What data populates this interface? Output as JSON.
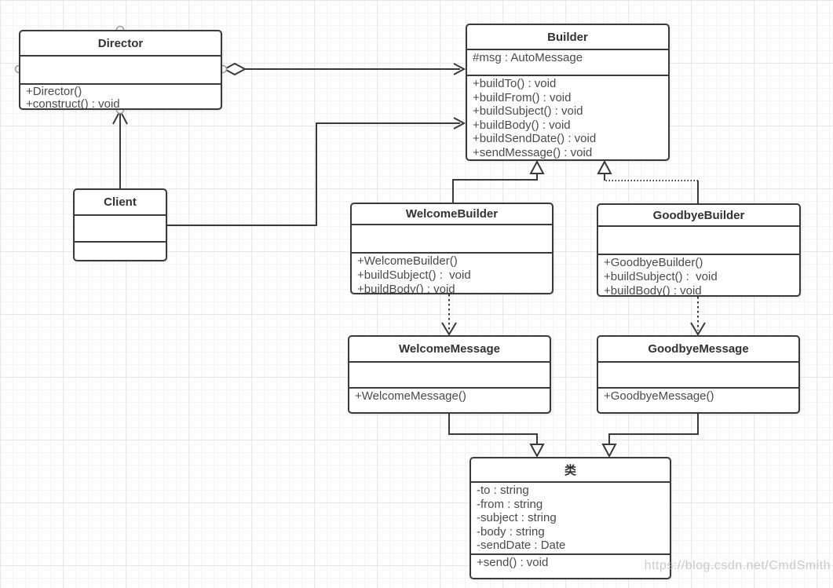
{
  "diagram": {
    "classes": {
      "director": {
        "name": "Director",
        "attributes": [],
        "methods": [
          "+Director()",
          "+construct() : void"
        ]
      },
      "builder": {
        "name": "Builder",
        "attributes": [
          "#msg : AutoMessage"
        ],
        "methods": [
          "+buildTo() : void",
          "+buildFrom() : void",
          "+buildSubject() : void",
          "+buildBody() : void",
          "+buildSendDate() : void",
          "+sendMessage() : void"
        ]
      },
      "client": {
        "name": "Client",
        "attributes": [],
        "methods": []
      },
      "welcome_builder": {
        "name": "WelcomeBuilder",
        "attributes": [],
        "methods": [
          "+WelcomeBuilder()",
          "+buildSubject() :  void",
          "+buildBody() : void"
        ]
      },
      "goodbye_builder": {
        "name": "GoodbyeBuilder",
        "attributes": [],
        "methods": [
          "+GoodbyeBuilder()",
          "+buildSubject() :  void",
          "+buildBody() : void"
        ]
      },
      "welcome_message": {
        "name": "WelcomeMessage",
        "attributes": [],
        "methods": [
          "+WelcomeMessage()"
        ]
      },
      "goodbye_message": {
        "name": "GoodbyeMessage",
        "attributes": [],
        "methods": [
          "+GoodbyeMessage()"
        ]
      },
      "auto_message": {
        "name": "类",
        "attributes": [
          "-to : string",
          "-from : string",
          "-subject : string",
          "-body : string",
          "-sendDate : Date"
        ],
        "methods": [
          "+send() : void"
        ]
      }
    },
    "relationships": [
      {
        "from": "Director",
        "to": "Builder",
        "type": "aggregation"
      },
      {
        "from": "Client",
        "to": "Director",
        "type": "directed-association"
      },
      {
        "from": "Client",
        "to": "Builder",
        "type": "directed-association"
      },
      {
        "from": "WelcomeBuilder",
        "to": "Builder",
        "type": "generalization"
      },
      {
        "from": "GoodbyeBuilder",
        "to": "Builder",
        "type": "generalization"
      },
      {
        "from": "WelcomeBuilder",
        "to": "WelcomeMessage",
        "type": "dependency"
      },
      {
        "from": "GoodbyeBuilder",
        "to": "GoodbyeMessage",
        "type": "dependency"
      },
      {
        "from": "WelcomeMessage",
        "to": "类",
        "type": "generalization"
      },
      {
        "from": "GoodbyeMessage",
        "to": "类",
        "type": "generalization"
      }
    ],
    "colors": {
      "line": "#3a3a3a",
      "box_border": "#3a3a3a",
      "title_text": "#323232",
      "member_text": "#4a4a4a",
      "handle_stroke": "#9a9a9a",
      "watermark_text": "#bdbdbd"
    }
  },
  "watermark": "https://blog.csdn.net/CmdSmith"
}
